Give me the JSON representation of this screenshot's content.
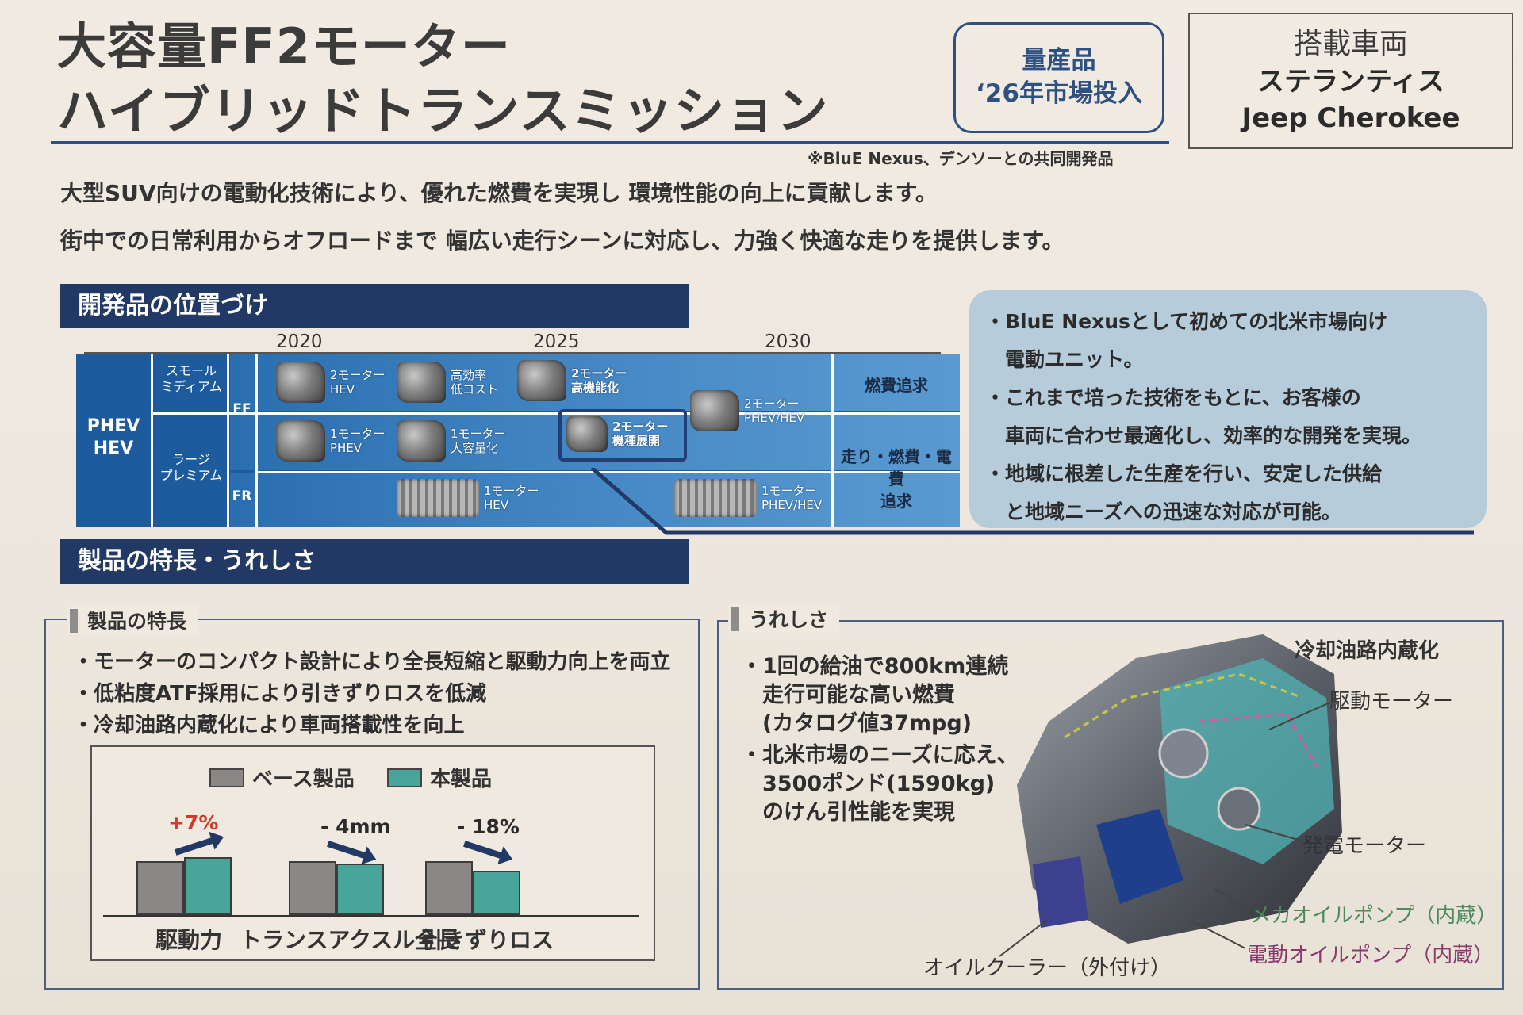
{
  "title": {
    "line1": "大容量FF2モーター",
    "line2": "ハイブリッドトランスミッション"
  },
  "badge": {
    "line1": "量産品",
    "line2": "‘26年市場投入"
  },
  "vehicle": {
    "line1": "搭載車両",
    "line2": "ステランティス",
    "line3": "Jeep Cherokee"
  },
  "footnote": "※BluE Nexus、デンソーとの共同開発品",
  "intro": [
    "大型SUV向けの電動化技術により、優れた燃費を実現し 環境性能の向上に貢献します。",
    "街中での日常利用からオフロードまで 幅広い走行シーンに対応し、力強く快適な走りを提供します。"
  ],
  "section1": "開発品の位置づけ",
  "section2": "製品の特長・うれしさ",
  "positioning": {
    "years": [
      "2020",
      "2025",
      "2030"
    ],
    "category": "PHEV\nHEV",
    "sizes": [
      "スモール\nミディアム",
      "ラージ\nプレミアム"
    ],
    "drive": [
      "FF",
      "FR"
    ],
    "products": [
      "2モーター\nHEV",
      "高効率\n低コスト",
      "2モーター\n高機能化",
      "2モーター\nPHEV/HEV",
      "1モーター\nPHEV",
      "1モーター\n大容量化",
      "2モーター\n機種展開",
      "1モーター\nHEV",
      "1モーター\nPHEV/HEV"
    ],
    "goals": [
      "燃費追求",
      "走り・燃費・電費\n追求"
    ]
  },
  "notes": [
    "・BluE Nexusとして初めての北米市場向け",
    "　電動ユニット。",
    "・これまで培った技術をもとに、お客様の",
    "　車両に合わせ最適化し、効率的な開発を実現。",
    "・地域に根差した生産を行い、安定した供給",
    "　と地域ニーズへの迅速な対応が可能。"
  ],
  "features": {
    "title": "製品の特長",
    "items": [
      "・モーターのコンパクト設計により全長短縮と駆動力向上を両立",
      "・低粘度ATF採用により引きずりロスを低減",
      "・冷却油路内蔵化により車両搭載性を向上"
    ]
  },
  "chart_data": {
    "type": "bar",
    "title": "",
    "categories": [
      "駆動力",
      "トランスアクスル全長",
      "引きずりロス"
    ],
    "series": [
      {
        "name": "ベース製品",
        "values": [
          100,
          100,
          100
        ]
      },
      {
        "name": "本製品",
        "values": [
          107,
          96,
          82
        ]
      }
    ],
    "annotations": [
      "+7%",
      "- 4mm",
      "- 18%"
    ],
    "colors": {
      "base": "#8c8787",
      "product": "#49a59a",
      "delta_up": "#d23a2a",
      "delta_down": "#2b2b2b"
    }
  },
  "benefits": {
    "title": "うれしさ",
    "items": [
      "・1回の給油で800km連続",
      "　走行可能な高い燃費",
      "　(カタログ値37mpg)",
      "・北米市場のニーズに応え、",
      "　3500ポンド(1590kg)",
      "　のけん引性能を実現"
    ]
  },
  "diagram": {
    "callouts": [
      {
        "text": "冷却油路内蔵化",
        "color": "#2b2b2b",
        "bold": true
      },
      {
        "text": "駆動モーター",
        "color": "#333333"
      },
      {
        "text": "発電モーター",
        "color": "#333333"
      },
      {
        "text": "メカオイルポンプ（内蔵）",
        "color": "#4d8a5a"
      },
      {
        "text": "電動オイルポンプ（内蔵）",
        "color": "#8a3a6c"
      },
      {
        "text": "オイルクーラー（外付け）",
        "color": "#333333"
      }
    ]
  }
}
